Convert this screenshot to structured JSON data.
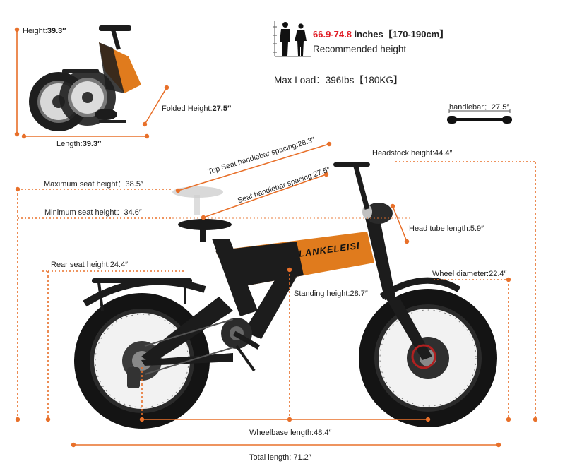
{
  "folded": {
    "height_label": "Height:",
    "height_value": "39.3″",
    "folded_height_label": "Folded Height:",
    "folded_height_value": "27.5″",
    "length_label": "Length:",
    "length_value": "39.3″"
  },
  "rider": {
    "height_range": "66.9-74.8",
    "height_units": " inches【170-190cm】",
    "recommended_label": "Recommended height"
  },
  "max_load": "Max Load：396Ibs【180KG】",
  "handlebar": "handlebar：27.5″",
  "dimensions": {
    "headstock_height": "Headstock height:44.4″",
    "top_seat_spacing": "Top Seat handlebar spacing:28.3″",
    "seat_spacing": "Seat handlebar spacing:27.5″",
    "max_seat_height": "Maximum seat height：38.5″",
    "min_seat_height": "Minimum seat height：34.6″",
    "head_tube_length": "Head tube length:5.9″",
    "rear_seat_height": "Rear seat height:24.4″",
    "wheel_diameter": "Wheel diameter:22.4″",
    "standing_height": "Standing height:28.7″",
    "wheelbase_length": "Wheelbase length:48.4″",
    "total_length": "Total length: 71.2″"
  },
  "brand_text": "LANKELEISI",
  "colors": {
    "accent": "#e8702a",
    "frame": "#1c1c1c",
    "orange_paint": "#e07b1d"
  }
}
